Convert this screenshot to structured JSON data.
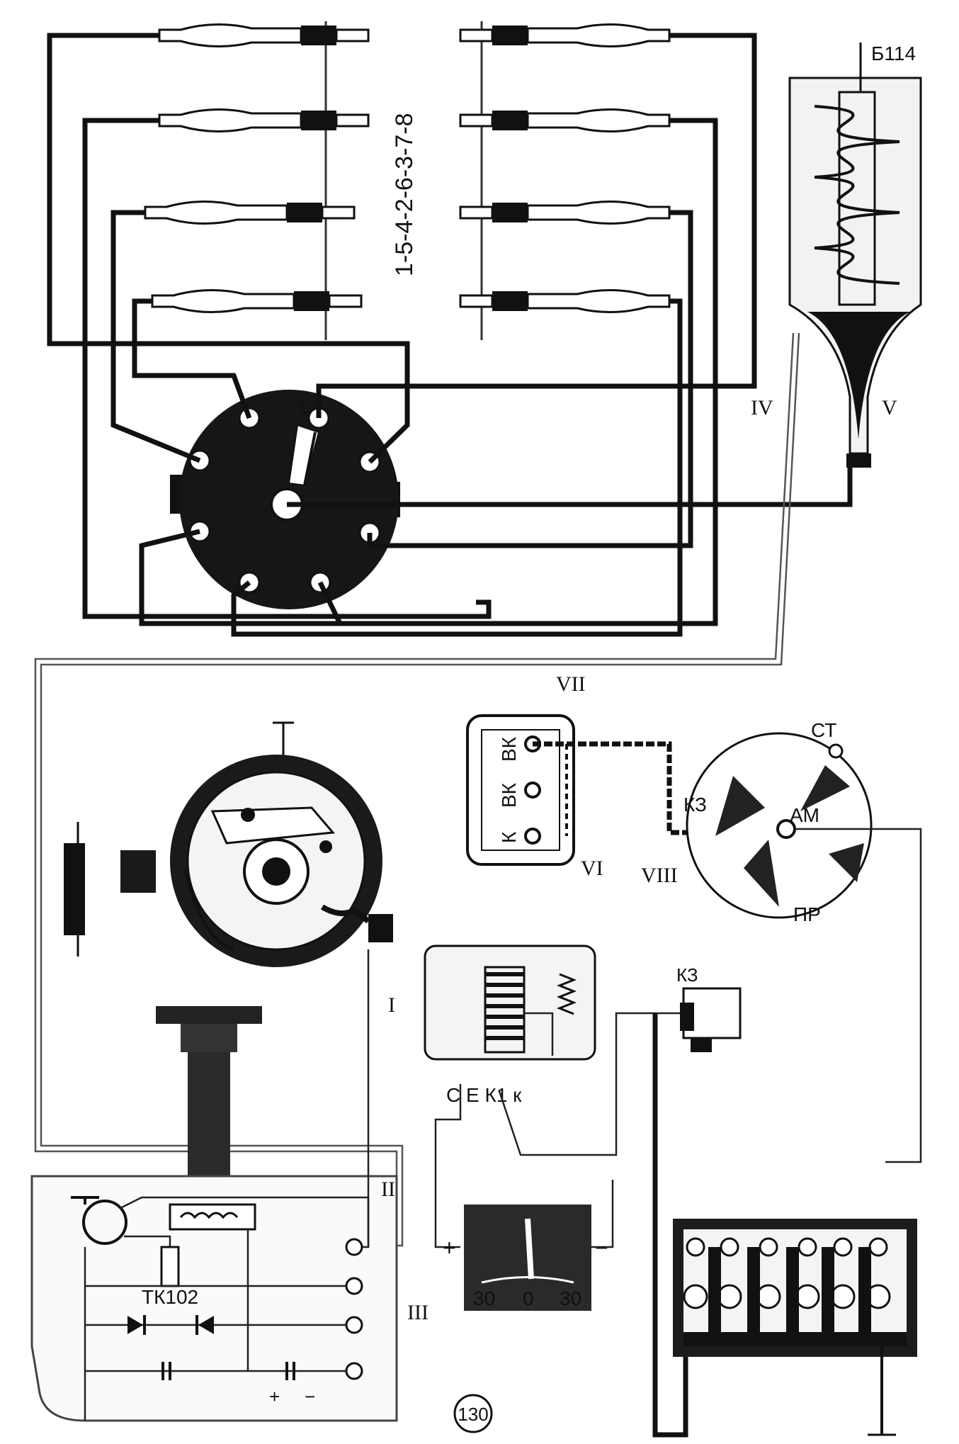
{
  "firing_order": "1-5-4-2-6-3-7-8",
  "distributor_cap": {
    "terminal_1_label": "1"
  },
  "ignition_coil": {
    "model": "Б114"
  },
  "roman_labels": {
    "I": "I",
    "II": "II",
    "III": "III",
    "IV": "IV",
    "V": "V",
    "VI": "VI",
    "VII": "VII",
    "VIII": "VIII"
  },
  "coil_resistor": {
    "terminals": [
      "ВК",
      "ВК",
      "К"
    ]
  },
  "ignition_switch": {
    "terminals": {
      "st": "СТ",
      "am": "АМ",
      "pr": "ПР",
      "kz": "КЗ"
    }
  },
  "relay": {
    "terminals_text": "С  Е  К1 к"
  },
  "starter_switch": {
    "label": "КЗ"
  },
  "ammeter": {
    "plus": "+",
    "minus": "−",
    "scale": [
      "30",
      "0",
      "30"
    ]
  },
  "transistor_switch": {
    "model": "ТК102",
    "plus": "+",
    "minus": "−"
  },
  "page_number": "130"
}
